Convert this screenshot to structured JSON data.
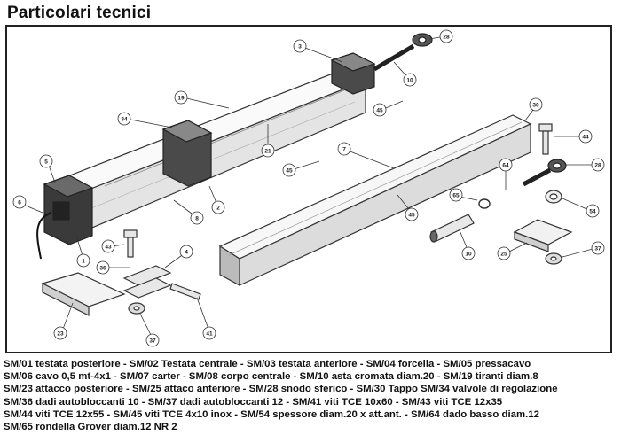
{
  "page": {
    "title": "Particolari tecnici"
  },
  "diagram": {
    "callouts": [
      {
        "id": "c3",
        "label": "3"
      },
      {
        "id": "c28a",
        "label": "28"
      },
      {
        "id": "c10a",
        "label": "10"
      },
      {
        "id": "c19",
        "label": "19"
      },
      {
        "id": "c45a",
        "label": "45"
      },
      {
        "id": "c30",
        "label": "30"
      },
      {
        "id": "c34",
        "label": "34"
      },
      {
        "id": "c21",
        "label": "21"
      },
      {
        "id": "c44",
        "label": "44"
      },
      {
        "id": "c7",
        "label": "7"
      },
      {
        "id": "c5",
        "label": "5"
      },
      {
        "id": "c45b",
        "label": "45"
      },
      {
        "id": "c64",
        "label": "64"
      },
      {
        "id": "c28b",
        "label": "28"
      },
      {
        "id": "c2",
        "label": "2"
      },
      {
        "id": "c65",
        "label": "65"
      },
      {
        "id": "c6",
        "label": "6"
      },
      {
        "id": "c8",
        "label": "8"
      },
      {
        "id": "c45c",
        "label": "45"
      },
      {
        "id": "c54",
        "label": "54"
      },
      {
        "id": "c43",
        "label": "43"
      },
      {
        "id": "c10b",
        "label": "10"
      },
      {
        "id": "c25",
        "label": "25"
      },
      {
        "id": "c37a",
        "label": "37"
      },
      {
        "id": "c1",
        "label": "1"
      },
      {
        "id": "c36",
        "label": "36"
      },
      {
        "id": "c4a",
        "label": "4"
      },
      {
        "id": "c23",
        "label": "23"
      },
      {
        "id": "c37b",
        "label": "37"
      },
      {
        "id": "c41",
        "label": "41"
      }
    ]
  },
  "legend": {
    "lines": [
      "SM/01 testata posteriore - SM/02 Testata centrale - SM/03 testata anteriore - SM/04 forcella - SM/05 pressacavo",
      "SM/06 cavo 0,5 mt-4x1 - SM/07 carter - SM/08 corpo centrale - SM/10 asta cromata diam.20 - SM/19 tiranti diam.8",
      "SM/23 attacco posteriore - SM/25 attaco anteriore - SM/28 snodo sferico - SM/30 Tappo SM/34 valvole di regolazione",
      "SM/36 dadi autobloccanti 10 - SM/37 dadi autobloccanti 12 - SM/41 viti TCE 10x60 - SM/43 viti TCE 12x35",
      "SM/44 viti TCE 12x55 - SM/45 viti TCE 4x10 inox - SM/54 spessore diam.20 x att.ant. - SM/64 dado basso diam.12",
      "SM/65 rondella Grover diam.12 NR 2"
    ]
  }
}
